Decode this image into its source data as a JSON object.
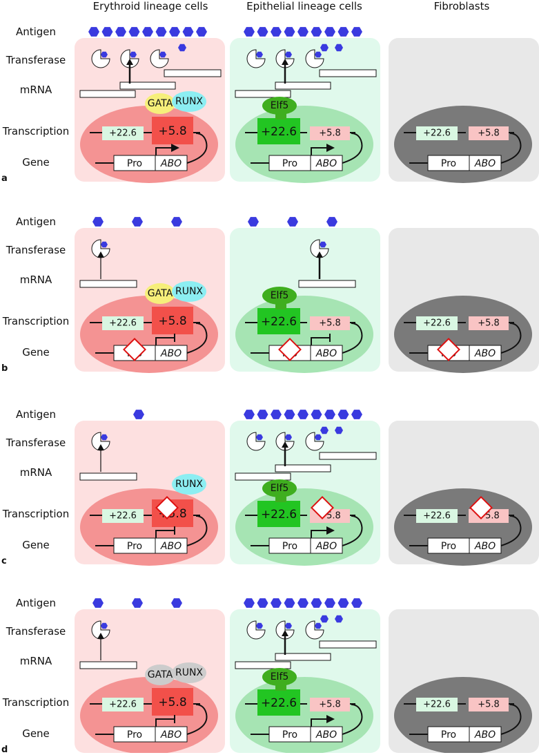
{
  "columns": [
    "Erythroid lineage cells",
    "Epithelial lineage cells",
    "Fibroblasts"
  ],
  "row_labels": {
    "antigen": "Antigen",
    "transferase": "Transferase",
    "mrna": "mRNA",
    "transcription": "Transcription",
    "gene": "Gene"
  },
  "element_labels": {
    "enhancer_1": "+22.6",
    "enhancer_2": "+5.8",
    "promoter": "Pro",
    "gene": "ABO",
    "tf_gata": "GATA",
    "tf_runx": "RUNX",
    "tf_elf5": "Elf5"
  },
  "colors": {
    "erythroid_bg": "#fde0e0",
    "erythroid_nucleus": "#f49393",
    "epithelial_bg": "#e0f9ec",
    "epithelial_nucleus": "#a6e4b3",
    "fibroblast_bg": "#e8e8e8",
    "fibroblast_nucleus": "#7a7a7a",
    "antigen": "#3a3adf",
    "gata": "#f6ef7a",
    "runx": "#8ceef2",
    "elf5": "#3fae1f",
    "tf_inactive": "#cccccc",
    "mutation": "#dd1111"
  },
  "panels": [
    {
      "letter": "a",
      "cells": [
        {
          "type": "erythroid",
          "antigens": 9,
          "transferases": 3,
          "mrnas": 3,
          "mrna_arrow": true,
          "enh2_active": true,
          "enh1_active": false,
          "gata": "on",
          "runx": "on",
          "elf5": "none",
          "promoter": "active",
          "mut_pro": false,
          "mut_enh2": false
        },
        {
          "type": "epithelial",
          "antigens": 9,
          "transferases": 3,
          "mrnas": 3,
          "mrna_arrow": true,
          "enh2_active": false,
          "enh1_active": true,
          "gata": "none",
          "runx": "none",
          "elf5": "on",
          "promoter": "active",
          "mut_pro": false,
          "mut_enh2": false
        },
        {
          "type": "fibroblast",
          "antigens": 0,
          "transferases": 0,
          "mrnas": 0,
          "mrna_arrow": false,
          "enh2_active": false,
          "enh1_active": false,
          "gata": "none",
          "runx": "none",
          "elf5": "none",
          "promoter": "none",
          "mut_pro": false,
          "mut_enh2": false
        }
      ]
    },
    {
      "letter": "b",
      "cells": [
        {
          "type": "erythroid",
          "antigens": 3,
          "transferases": 1,
          "mrnas": 1,
          "mrna_arrow": true,
          "enh2_active": true,
          "enh1_active": false,
          "gata": "on",
          "runx": "on",
          "elf5": "none",
          "promoter": "blocked",
          "mut_pro": true,
          "mut_enh2": false
        },
        {
          "type": "epithelial",
          "antigens": 3,
          "transferases": 1,
          "mrnas": 1,
          "mrna_arrow": true,
          "enh2_active": false,
          "enh1_active": true,
          "gata": "none",
          "runx": "none",
          "elf5": "on",
          "promoter": "blocked",
          "mut_pro": true,
          "mut_enh2": false
        },
        {
          "type": "fibroblast",
          "antigens": 0,
          "transferases": 0,
          "mrnas": 0,
          "mrna_arrow": false,
          "enh2_active": false,
          "enh1_active": false,
          "gata": "none",
          "runx": "none",
          "elf5": "none",
          "promoter": "none",
          "mut_pro": true,
          "mut_enh2": false
        }
      ]
    },
    {
      "letter": "c",
      "cells": [
        {
          "type": "erythroid",
          "antigens": 1,
          "transferases": 1,
          "mrnas": 1,
          "mrna_arrow": true,
          "enh2_active": true,
          "enh1_active": false,
          "gata": "none",
          "runx": "on",
          "elf5": "none",
          "promoter": "blocked",
          "mut_pro": false,
          "mut_enh2": true
        },
        {
          "type": "epithelial",
          "antigens": 9,
          "transferases": 3,
          "mrnas": 3,
          "mrna_arrow": true,
          "enh2_active": false,
          "enh1_active": true,
          "gata": "none",
          "runx": "none",
          "elf5": "on",
          "promoter": "active",
          "mut_pro": false,
          "mut_enh2": true
        },
        {
          "type": "fibroblast",
          "antigens": 0,
          "transferases": 0,
          "mrnas": 0,
          "mrna_arrow": false,
          "enh2_active": false,
          "enh1_active": false,
          "gata": "none",
          "runx": "none",
          "elf5": "none",
          "promoter": "none",
          "mut_pro": false,
          "mut_enh2": true
        }
      ]
    },
    {
      "letter": "d",
      "cells": [
        {
          "type": "erythroid",
          "antigens": 3,
          "transferases": 1,
          "mrnas": 1,
          "mrna_arrow": true,
          "enh2_active": true,
          "enh1_active": false,
          "gata": "off",
          "runx": "off",
          "elf5": "none",
          "promoter": "blocked",
          "mut_pro": false,
          "mut_enh2": false
        },
        {
          "type": "epithelial",
          "antigens": 9,
          "transferases": 3,
          "mrnas": 3,
          "mrna_arrow": true,
          "enh2_active": false,
          "enh1_active": true,
          "gata": "none",
          "runx": "none",
          "elf5": "on",
          "promoter": "active",
          "mut_pro": false,
          "mut_enh2": false
        },
        {
          "type": "fibroblast",
          "antigens": 0,
          "transferases": 0,
          "mrnas": 0,
          "mrna_arrow": false,
          "enh2_active": false,
          "enh1_active": false,
          "gata": "none",
          "runx": "none",
          "elf5": "none",
          "promoter": "none",
          "mut_pro": false,
          "mut_enh2": false
        }
      ]
    }
  ]
}
